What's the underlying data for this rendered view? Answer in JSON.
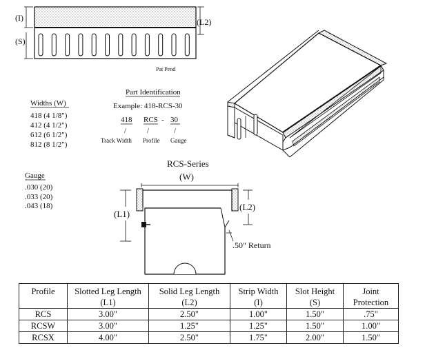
{
  "top_diagram": {
    "label_i": "(I)",
    "label_s": "(S)",
    "label_l2": "(L2)",
    "pat_pend": "Pat Pend"
  },
  "widths": {
    "title": "Widths (W)",
    "items": [
      "418  (4 1/8\")",
      "412  (4 1/2\")",
      "612  (6 1/2\")",
      "812 (8 1/2\")"
    ]
  },
  "part_id": {
    "title": "Part Identification",
    "example": "Example:  418-RCS-30",
    "code_width": "418",
    "code_profile": "RCS",
    "code_dash": "-",
    "code_gauge": "30",
    "slash": "/",
    "label_width": "Track Width",
    "label_profile": "Profile",
    "label_gauge": "Gauge"
  },
  "gauge": {
    "title": "Gauge",
    "items": [
      ".030 (20)",
      ".033 (20)",
      ".043 (18)"
    ]
  },
  "section": {
    "title": "RCS-Series",
    "label_w": "(W)",
    "label_l1": "(L1)",
    "label_l2": "(L2)",
    "return_label": ".50\" Return"
  },
  "table": {
    "header1": [
      "Profile",
      "Slotted Leg Length",
      "Solid Leg Length",
      "Strip Width",
      "Slot Height",
      "Joint"
    ],
    "header2": [
      "",
      "(L1)",
      "(L2)",
      "(I)",
      "(S)",
      "Protection"
    ],
    "rows": [
      [
        "RCS",
        "3.00\"",
        "2.50\"",
        "1.00\"",
        "1.50\"",
        ".75\""
      ],
      [
        "RCSW",
        "3.00\"",
        "1.25\"",
        "1.25\"",
        "1.50\"",
        "1.00\""
      ],
      [
        "RCSX",
        "4.00\"",
        "2.50\"",
        "1.75\"",
        "2.00\"",
        "1.50\""
      ]
    ]
  }
}
